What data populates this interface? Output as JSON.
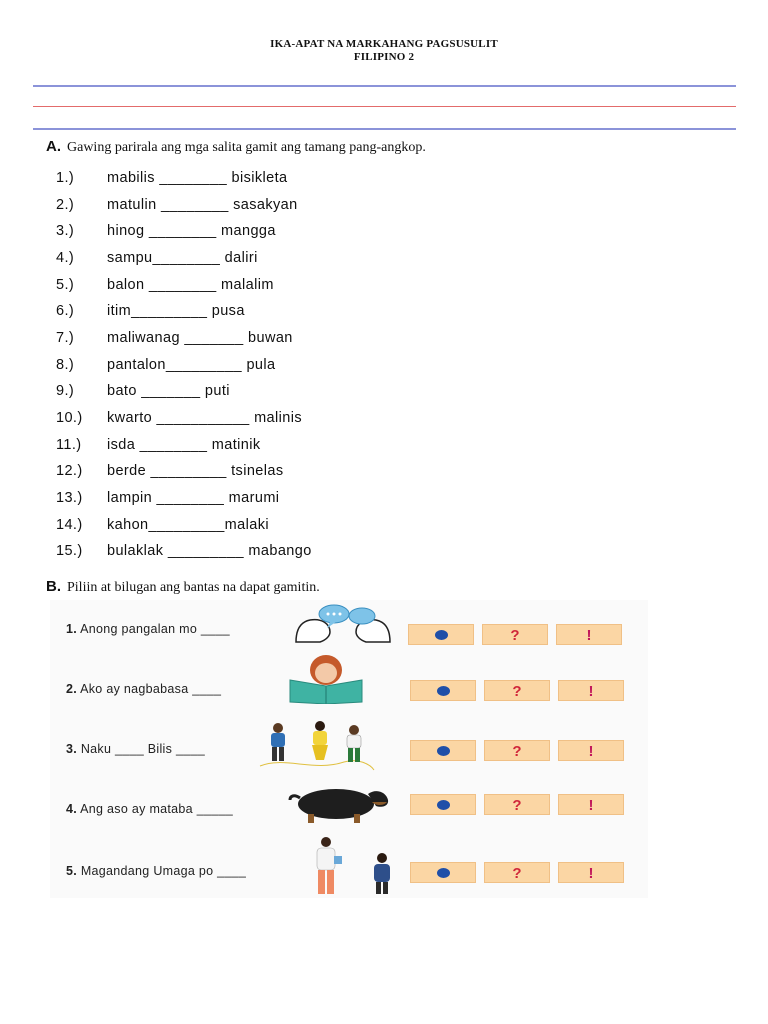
{
  "header": {
    "line1": "IKA-APAT NA MARKAHANG PAGSUSULIT",
    "line2": "FILIPINO 2"
  },
  "sectionA": {
    "letter": "A.",
    "instruction": "Gawing parirala ang mga salita gamit ang tamang pang-angkop.",
    "items": [
      {
        "num": "1.)",
        "text": "mabilis ________ bisikleta"
      },
      {
        "num": "2.)",
        "text": "matulin ________ sasakyan"
      },
      {
        "num": "3.)",
        "text": "hinog ________ mangga"
      },
      {
        "num": "4.)",
        "text": "sampu________ daliri"
      },
      {
        "num": "5.)",
        "text": "balon ________ malalim"
      },
      {
        "num": "6.)",
        "text": "itim_________ pusa"
      },
      {
        "num": "7.)",
        "text": "maliwanag _______ buwan"
      },
      {
        "num": "8.)",
        "text": "pantalon_________ pula"
      },
      {
        "num": "9.)",
        "text": "bato _______ puti"
      },
      {
        "num": "10.)",
        "text": "kwarto ___________ malinis"
      },
      {
        "num": "11.)",
        "text": "isda ________ matinik"
      },
      {
        "num": "12.)",
        "text": "berde _________ tsinelas"
      },
      {
        "num": "13.)",
        "text": "lampin ________ marumi"
      },
      {
        "num": "14.)",
        "text": "kahon_________malaki"
      },
      {
        "num": "15.)",
        "text": "bulaklak _________ mabango"
      }
    ]
  },
  "sectionB": {
    "letter": "B.",
    "instruction": "Piliin at bilugan ang bantas na dapat gamitin.",
    "items": [
      {
        "num": "1.",
        "text": "Anong pangalan mo ____",
        "illustration": "speech-bubbles-icon"
      },
      {
        "num": "2.",
        "text": "Ako ay nagbabasa ____",
        "illustration": "reading-child-icon"
      },
      {
        "num": "3.",
        "text": "Naku ____ Bilis ____",
        "illustration": "running-children-icon"
      },
      {
        "num": "4.",
        "text": "Ang aso ay mataba _____",
        "illustration": "fat-dog-icon"
      },
      {
        "num": "5.",
        "text": "Magandang Umaga po ____",
        "illustration": "greeting-people-icon"
      }
    ],
    "choices": {
      "question": "?",
      "exclamation": "!"
    },
    "colors": {
      "box": "#fbd6a4",
      "dot": "#1f4fa8",
      "question": "#d0273a",
      "exclamation": "#c2185b"
    }
  }
}
